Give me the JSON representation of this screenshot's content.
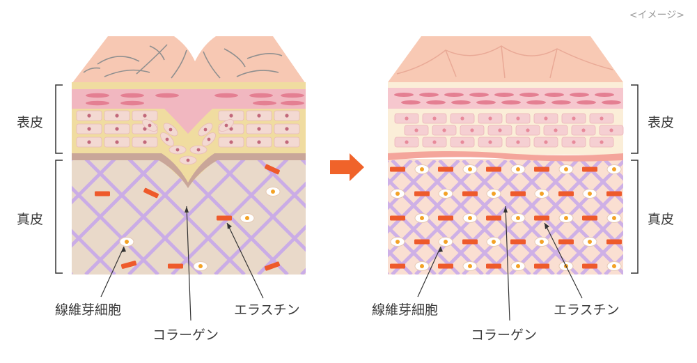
{
  "note": "<イメージ>",
  "left": {
    "epidermis_label": "表皮",
    "dermis_label": "真皮",
    "fibroblast_label": "線維芽細胞",
    "collagen_label": "コラーゲン",
    "elastin_label": "エラスチン"
  },
  "right": {
    "epidermis_label": "表皮",
    "dermis_label": "真皮",
    "fibroblast_label": "線維芽細胞",
    "collagen_label": "コラーゲン",
    "elastin_label": "エラスチン"
  },
  "arrow_icon": "right-arrow-icon",
  "colors": {
    "skin_surface": "#f8c9b4",
    "dermis_left": "#e8d8c8",
    "dermis_right": "#f9ddd0",
    "collagen": "#c8a6e8",
    "elastin": "#ee5a2b",
    "arrow": "#f0632a"
  }
}
